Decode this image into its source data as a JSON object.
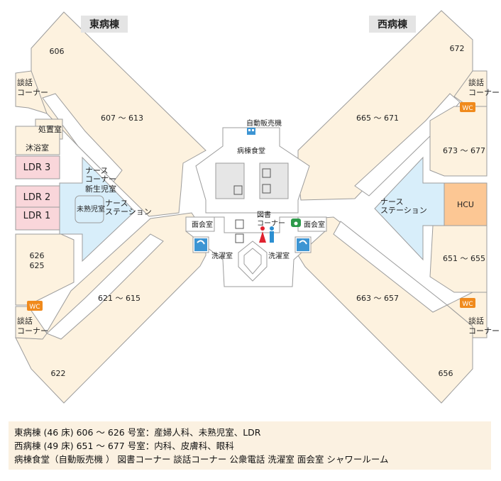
{
  "wings": {
    "east": "東病棟",
    "west": "西病棟"
  },
  "rooms": {
    "r606": "606",
    "r607_613": "607 ～ 613",
    "r621_615": "621 ～ 615",
    "r626": "626",
    "r625": "625",
    "r622": "622",
    "r672": "672",
    "r665_671": "665 ～ 671",
    "r673_677": "673 ～ 677",
    "r651_655": "651 ～ 655",
    "r663_657": "663 ～ 657",
    "r656": "656",
    "hcu": "HCU",
    "ldr3": "LDR 3",
    "ldr2": "LDR 2",
    "ldr1": "LDR 1"
  },
  "facilities": {
    "danwa": "談話",
    "corner": "コーナー",
    "shochi": "処置室",
    "mokuyoku": "沐浴室",
    "nurse1": "ナース",
    "nurse2": "ステーション",
    "nurse_corner": "コーナー",
    "shinseiji": "新生児室",
    "mijukuji": "未熟児室",
    "jihanki": "自動販売機",
    "shokudo": "病棟食堂",
    "tosho": "図書",
    "toshocorner": "コーナー",
    "menkai": "面会室",
    "sentaku": "洗濯室",
    "wc": "WC"
  },
  "colors": {
    "room": "#fdf2df",
    "room_stroke": "#9c9c9c",
    "ldr": "#f9d6da",
    "station": "#d8eefa",
    "hcu": "#fcc794",
    "wc_badge": "#f08a1c",
    "shower": "#3d95d3",
    "phone": "#2d9a4a"
  },
  "legend": {
    "line1": "東病棟 (46 床) 606 ～ 626 号室：産婦人科、未熟児室、LDR",
    "line2": "西病棟 (49 床) 651 ～ 677 号室：内科、皮膚科、眼科",
    "line3": "病棟食堂（自動販売機 ）  図書コーナー   談話コーナー   公衆電話   洗濯室   面会室   シャワールーム"
  }
}
